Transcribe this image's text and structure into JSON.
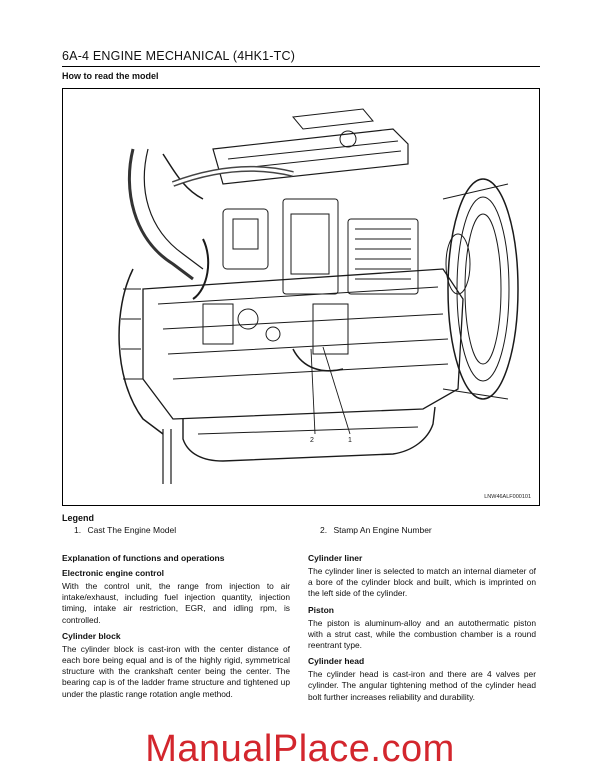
{
  "header": {
    "title": "6A-4   ENGINE MECHANICAL (4HK1-TC)",
    "section": "How to read the model"
  },
  "figure": {
    "code": "LNW46ALF000101",
    "callouts": [
      "2",
      "1"
    ]
  },
  "legend": {
    "title": "Legend",
    "items": [
      {
        "num": "1.",
        "text": "Cast The Engine Model"
      },
      {
        "num": "2.",
        "text": "Stamp An Engine Number"
      }
    ]
  },
  "left_column": {
    "heading": "Explanation of functions and operations",
    "sections": [
      {
        "title": "Electronic engine control",
        "body": "With the control unit, the range from injection to air intake/exhaust, including fuel injection quantity, injection timing, intake air restriction, EGR, and idling rpm, is controlled."
      },
      {
        "title": "Cylinder block",
        "body": "The cylinder block is cast-iron with the center distance of each bore being equal and is of the highly rigid, symmetrical structure with the crankshaft center being the center.  The bearing cap is of the ladder frame structure and tightened up under the plastic range rotation angle method."
      }
    ]
  },
  "right_column": {
    "sections": [
      {
        "title": "Cylinder liner",
        "body": "The cylinder liner is selected to match an internal diameter of a bore of the cylinder block and built, which is imprinted on the left side of the cylinder."
      },
      {
        "title": "Piston",
        "body": "The piston is aluminum-alloy and an autothermatic piston with a strut cast, while the combustion chamber is a round reentrant type."
      },
      {
        "title": "Cylinder head",
        "body": "The cylinder head is cast-iron and there are 4 valves per cylinder.  The angular tightening method of the cylinder head bolt further increases reliability and durability."
      }
    ]
  },
  "watermark": {
    "text": "ManualPlace.com",
    "color": "#d3262d"
  }
}
